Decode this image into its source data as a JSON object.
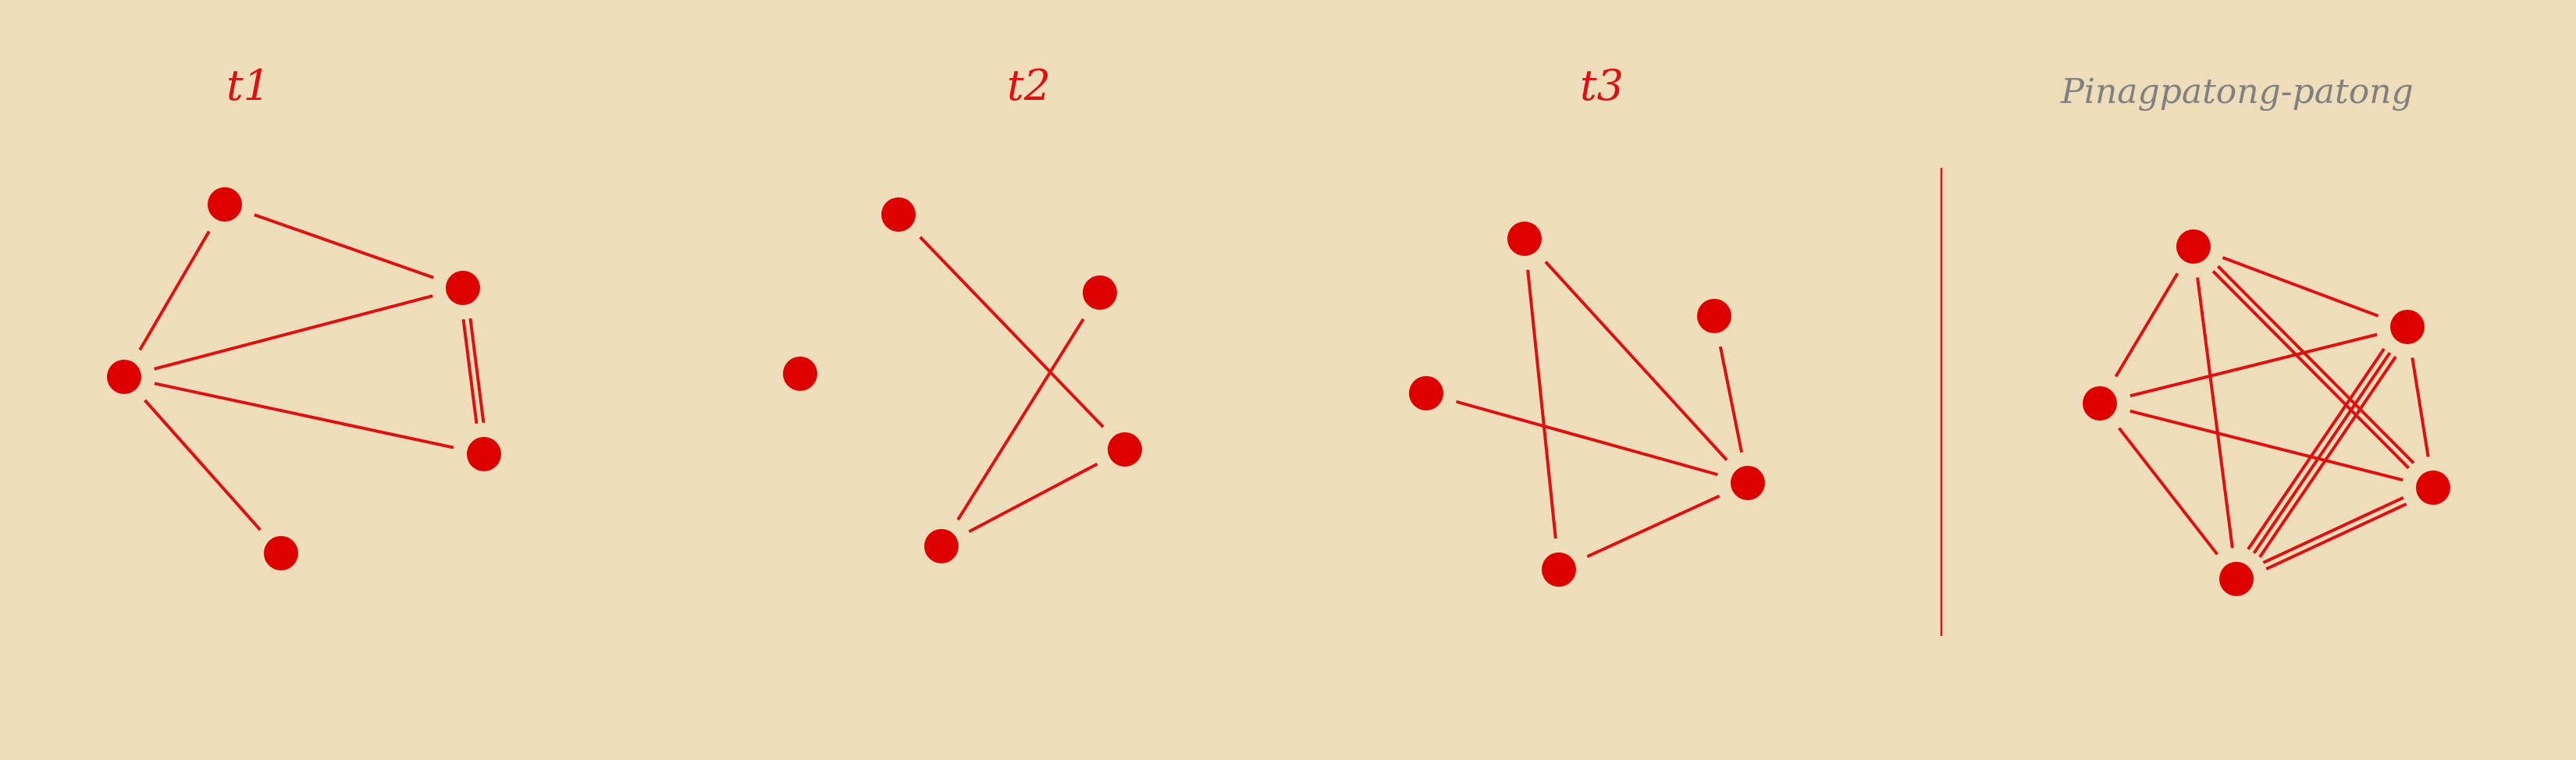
{
  "colors": {
    "background": "#eeddbb",
    "accent": "#dd1111",
    "label_gray": "#808080"
  },
  "panels": [
    {
      "id": "t1",
      "title": "t1",
      "nodes": [
        "a",
        "b",
        "c",
        "d",
        "e"
      ],
      "edges": [
        [
          "a",
          "b"
        ],
        [
          "a",
          "c"
        ],
        [
          "c",
          "b"
        ],
        [
          "c",
          "d"
        ],
        [
          "c",
          "e"
        ],
        [
          "b",
          "e"
        ],
        [
          "b",
          "e"
        ]
      ]
    },
    {
      "id": "t2",
      "title": "t2",
      "nodes": [
        "a",
        "b",
        "c",
        "d",
        "e"
      ],
      "edges": [
        [
          "a",
          "d"
        ],
        [
          "b",
          "e"
        ],
        [
          "e",
          "d"
        ]
      ]
    },
    {
      "id": "t3",
      "title": "t3",
      "nodes": [
        "a",
        "b",
        "c",
        "d",
        "e"
      ],
      "edges": [
        [
          "a",
          "e"
        ],
        [
          "a",
          "d"
        ],
        [
          "b",
          "d"
        ],
        [
          "c",
          "d"
        ],
        [
          "e",
          "d"
        ]
      ]
    },
    {
      "id": "aggregate",
      "title": "Pinagpatong-patong",
      "nodes": [
        "a",
        "b",
        "c",
        "d",
        "e"
      ],
      "edges": [
        [
          "a",
          "b"
        ],
        [
          "a",
          "c"
        ],
        [
          "a",
          "d"
        ],
        [
          "a",
          "d"
        ],
        [
          "a",
          "e"
        ],
        [
          "c",
          "b"
        ],
        [
          "c",
          "d"
        ],
        [
          "c",
          "e"
        ],
        [
          "b",
          "e"
        ],
        [
          "b",
          "e"
        ],
        [
          "b",
          "e"
        ],
        [
          "b",
          "d"
        ],
        [
          "e",
          "d"
        ],
        [
          "e",
          "d"
        ]
      ]
    }
  ]
}
